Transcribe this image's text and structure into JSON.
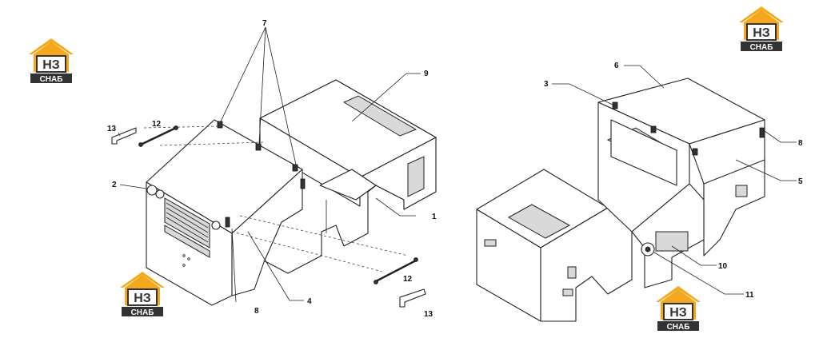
{
  "logo": {
    "top_text": "НЗ",
    "bottom_text": "СНАБ",
    "colors": {
      "roof": "#f3a81b",
      "box": "#333333",
      "text": "#ffffff"
    }
  },
  "callouts_left": {
    "c7": "7",
    "c9": "9",
    "c13a": "13",
    "c12a": "12",
    "c2": "2",
    "c1": "1",
    "c12b": "12",
    "c13b": "13",
    "c8": "8",
    "c4": "4"
  },
  "callouts_right": {
    "c6": "6",
    "c3": "3",
    "c8": "8",
    "c5": "5",
    "c10": "10",
    "c11": "11"
  }
}
